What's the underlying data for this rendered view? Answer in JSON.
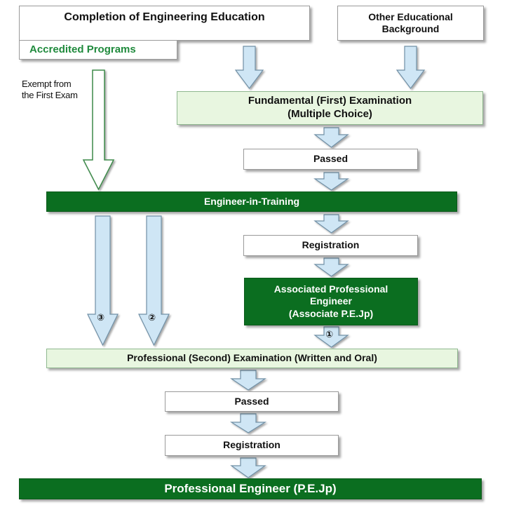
{
  "boxes": {
    "completion": "Completion of Engineering Education",
    "accredited": "Accredited Programs",
    "other_background": "Other Educational Background",
    "fundamental_line1": "Fundamental (First) Examination",
    "fundamental_line2": "(Multiple Choice)",
    "passed_first": "Passed",
    "eit": "Engineer-in-Training",
    "registration_first": "Registration",
    "associate_line1": "Associated Professional",
    "associate_line2": "Engineer",
    "associate_line3": "(Associate P.E.Jp)",
    "professional_exam": "Professional (Second) Examination (Written and Oral)",
    "passed_second": "Passed",
    "registration_second": "Registration",
    "pe": "Professional Engineer (P.E.Jp)"
  },
  "labels": {
    "exempt_line1": "Exempt from",
    "exempt_line2": "the First Exam",
    "route1": "①",
    "route2": "②",
    "route3": "③"
  },
  "colors": {
    "dark_green": "#0b6e20",
    "light_green": "#e8f6e0",
    "arrow_fill": "#cfe6f5",
    "arrow_stroke": "#6f8fa5",
    "accredited_text": "#1f8a3c"
  }
}
